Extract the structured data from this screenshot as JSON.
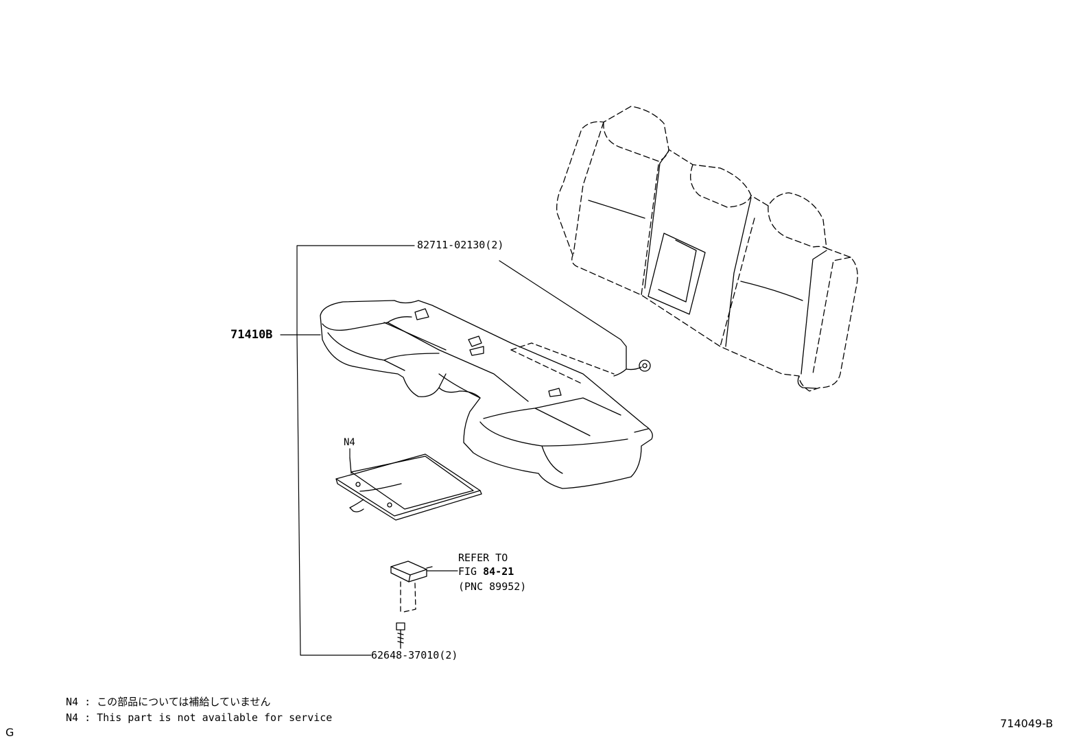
{
  "labels": {
    "part_82711": "82711-02130(2)",
    "part_71410": "71410B",
    "part_n4": "N4",
    "refer_line1": "REFER TO",
    "refer_line2_prefix": "FIG ",
    "refer_line2_fig": "84-21",
    "refer_line3": "(PNC 89952)",
    "part_62648": "62648-37010(2)"
  },
  "notes": {
    "jp": "N4 : この部品については補給していません",
    "en": "N4 : This part is not available for service"
  },
  "footer": {
    "corner": "G",
    "figure_id": "714049-B"
  }
}
